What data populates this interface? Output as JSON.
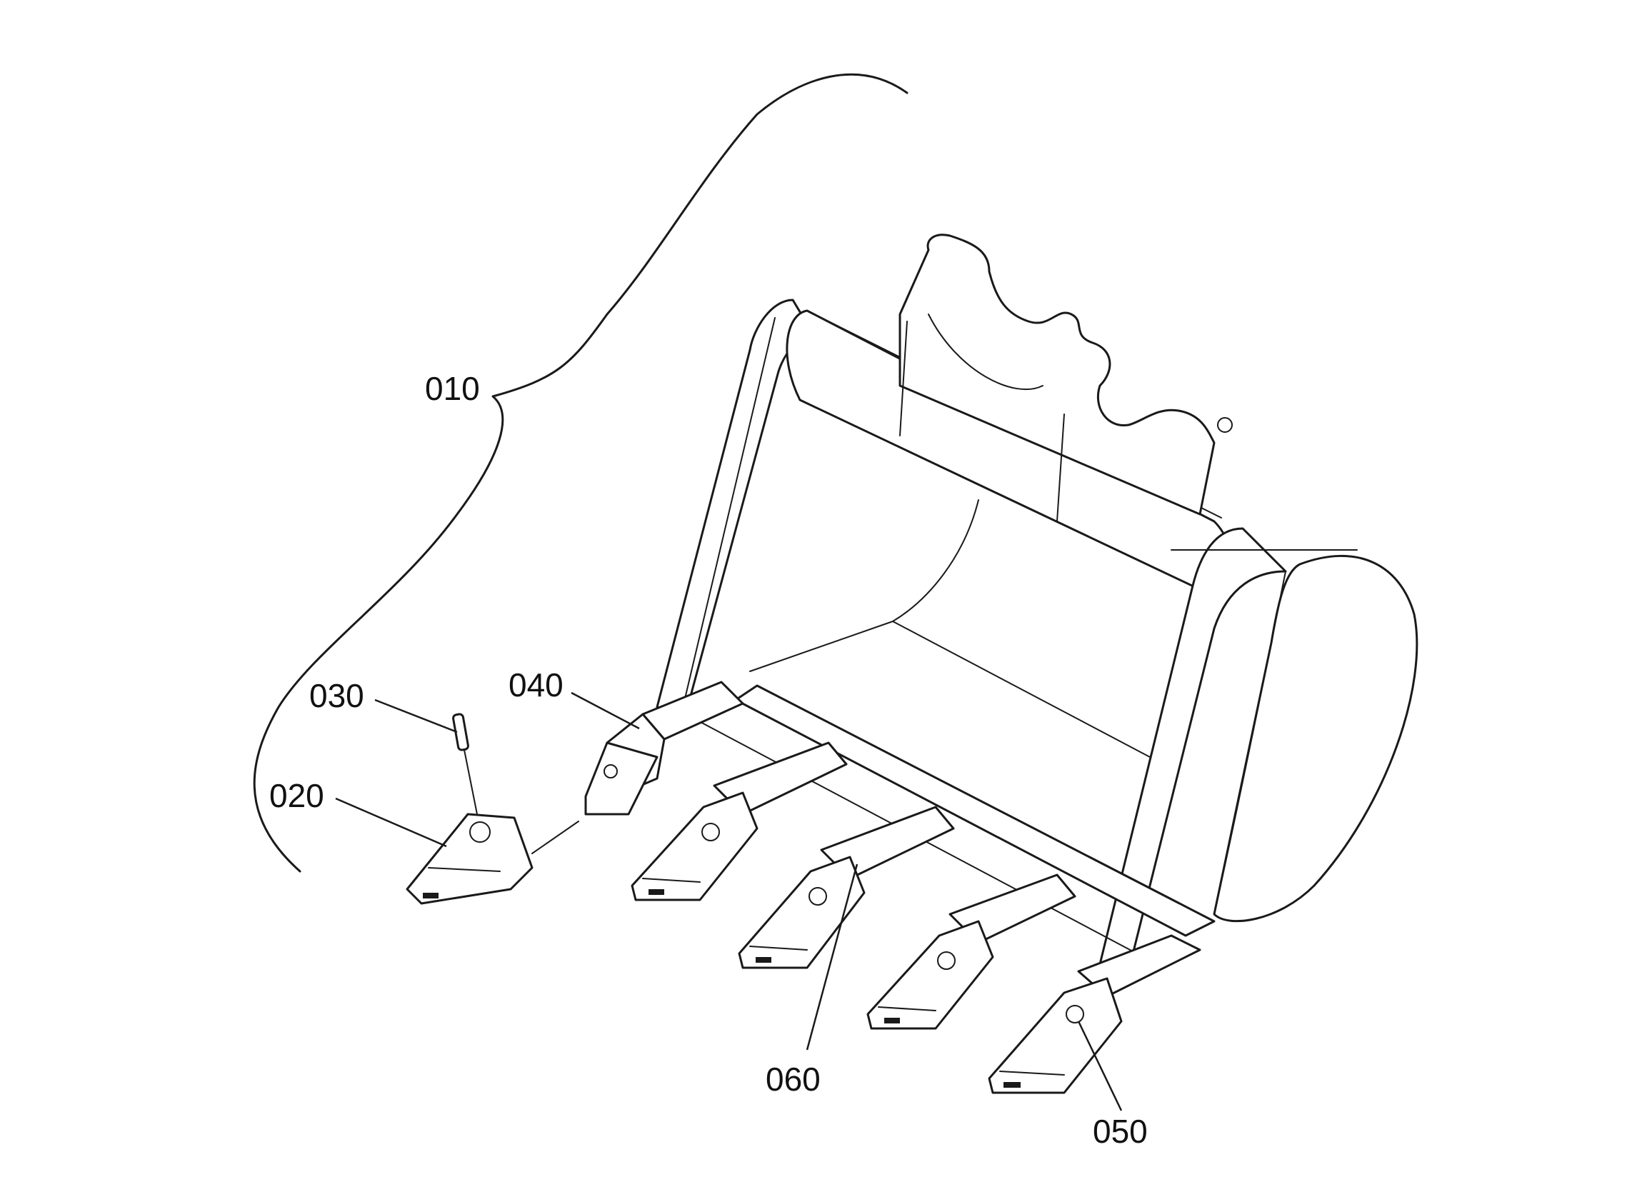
{
  "callouts": {
    "c010": "010",
    "c020": "020",
    "c030": "030",
    "c040": "040",
    "c050": "050",
    "c060": "060"
  },
  "colors": {
    "line": "#1a1a1a",
    "background": "#ffffff"
  }
}
